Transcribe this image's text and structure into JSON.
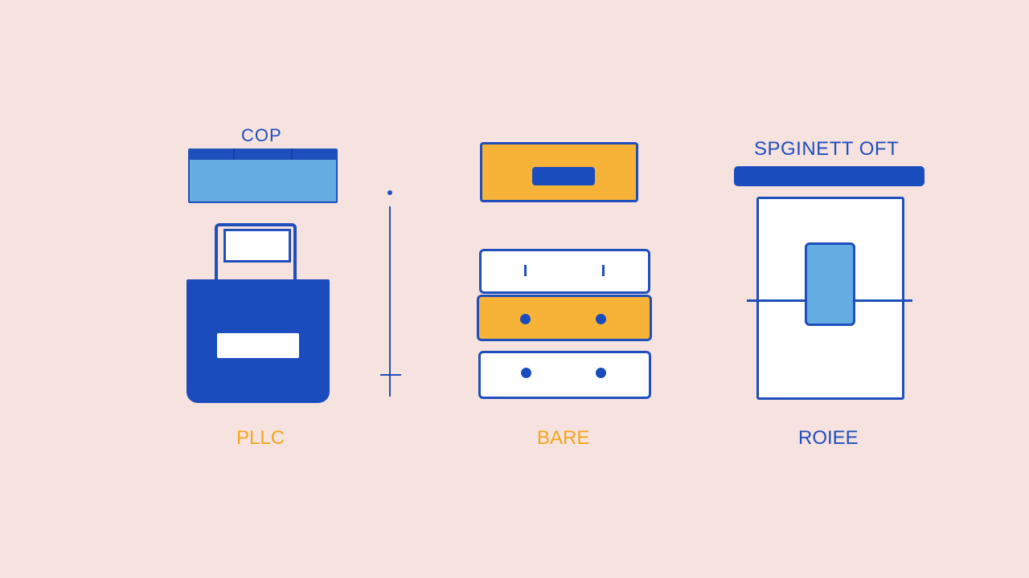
{
  "labels": {
    "left_top": "COP",
    "left_bottom": "PLLC",
    "middle_bottom": "BARE",
    "right_top": "SPGINETT OFT",
    "right_bottom": "ROIEE"
  },
  "colors": {
    "background": "#f6e2df",
    "primary_blue": "#1f4fbd",
    "light_blue": "#63ade3",
    "orange": "#f7b338",
    "label_orange": "#f4a51c",
    "white": "#ffffff"
  }
}
